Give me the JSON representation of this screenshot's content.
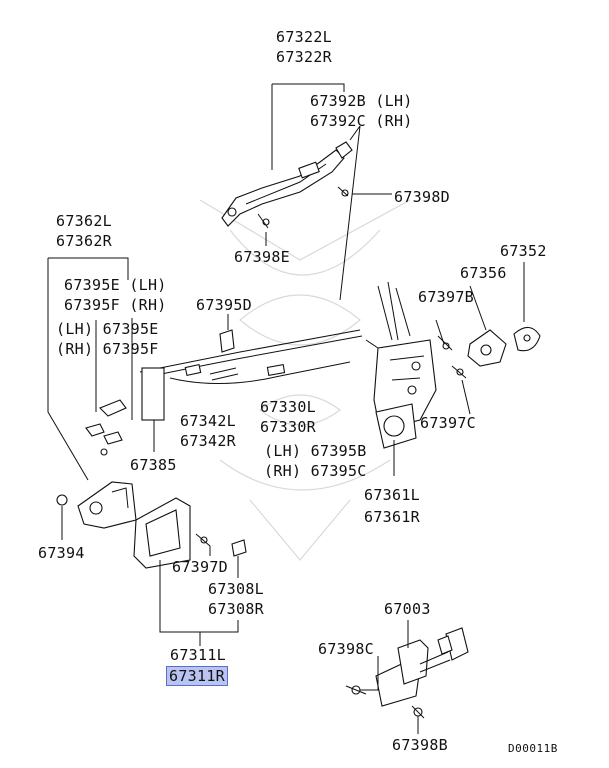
{
  "labels": {
    "p67322l": "67322L",
    "p67322r": "67322R",
    "p67392b": "67392B (LH)",
    "p67392c": "67392C (RH)",
    "p67398d": "67398D",
    "p67398e": "67398E",
    "p67362l": "67362L",
    "p67362r": "67362R",
    "p67395e_lh": "67395E (LH)",
    "p67395f_rh": "67395F (RH)",
    "p67395e_lh2": "(LH) 67395E",
    "p67395f_rh2": "(RH) 67395F",
    "p67395d": "67395D",
    "p67352": "67352",
    "p67356": "67356",
    "p67397b": "67397B",
    "p67397c": "67397C",
    "p67342l": "67342L",
    "p67342r": "67342R",
    "p67330l": "67330L",
    "p67330r": "67330R",
    "p67395b": "(LH) 67395B",
    "p67395c": "(RH) 67395C",
    "p67385": "67385",
    "p67361l": "67361L",
    "p67361r": "67361R",
    "p67394": "67394",
    "p67397d": "67397D",
    "p67308l": "67308L",
    "p67308r": "67308R",
    "p67311l": "67311L",
    "p67311r": "67311R",
    "p67003": "67003",
    "p67398c": "67398C",
    "p67398b": "67398B",
    "diagram_code": "D00011B"
  },
  "colors": {
    "highlight_fill": "#b9c4f2",
    "highlight_border": "#5a6dc8",
    "line": "#111111",
    "watermark": "#d9d9d9"
  }
}
